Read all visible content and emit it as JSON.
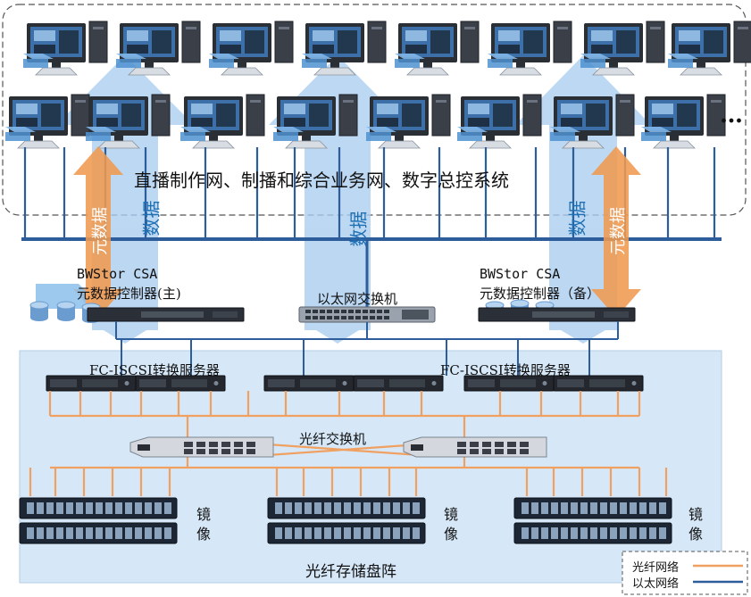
{
  "labels": {
    "network_title": "直播制作网、制播和综合业务网、数字总控系统",
    "ellipsis": "…",
    "meta_ctrl_main_line1": "BWStor CSA",
    "meta_ctrl_main_line2": "元数据控制器(主)",
    "meta_ctrl_backup_line1": "BWStor CSA",
    "meta_ctrl_backup_line2": "元数据控制器（备）",
    "ethernet_switch": "以太网交换机",
    "fc_server_left": "FC-ISCSI转换服务器",
    "fc_server_right": "FC-ISCSI转换服务器",
    "fiber_switch": "光纤交换机",
    "mirror_1": "镜像",
    "mirror_2": "镜像",
    "mirror_3": "镜像",
    "storage_array": "光纤存储盘阵"
  },
  "arrows": {
    "data": "数据",
    "metadata": "元数据"
  },
  "legend": {
    "fiber": "光纤网络",
    "ethernet": "以太网络"
  },
  "colors": {
    "ethernet_line": "#2d5d9b",
    "fiber_line": "#f0a060",
    "data_arrow": "#a9cdef",
    "metadata_arrow": "#ef9a50",
    "storage_bg": "#d6e8f8"
  }
}
